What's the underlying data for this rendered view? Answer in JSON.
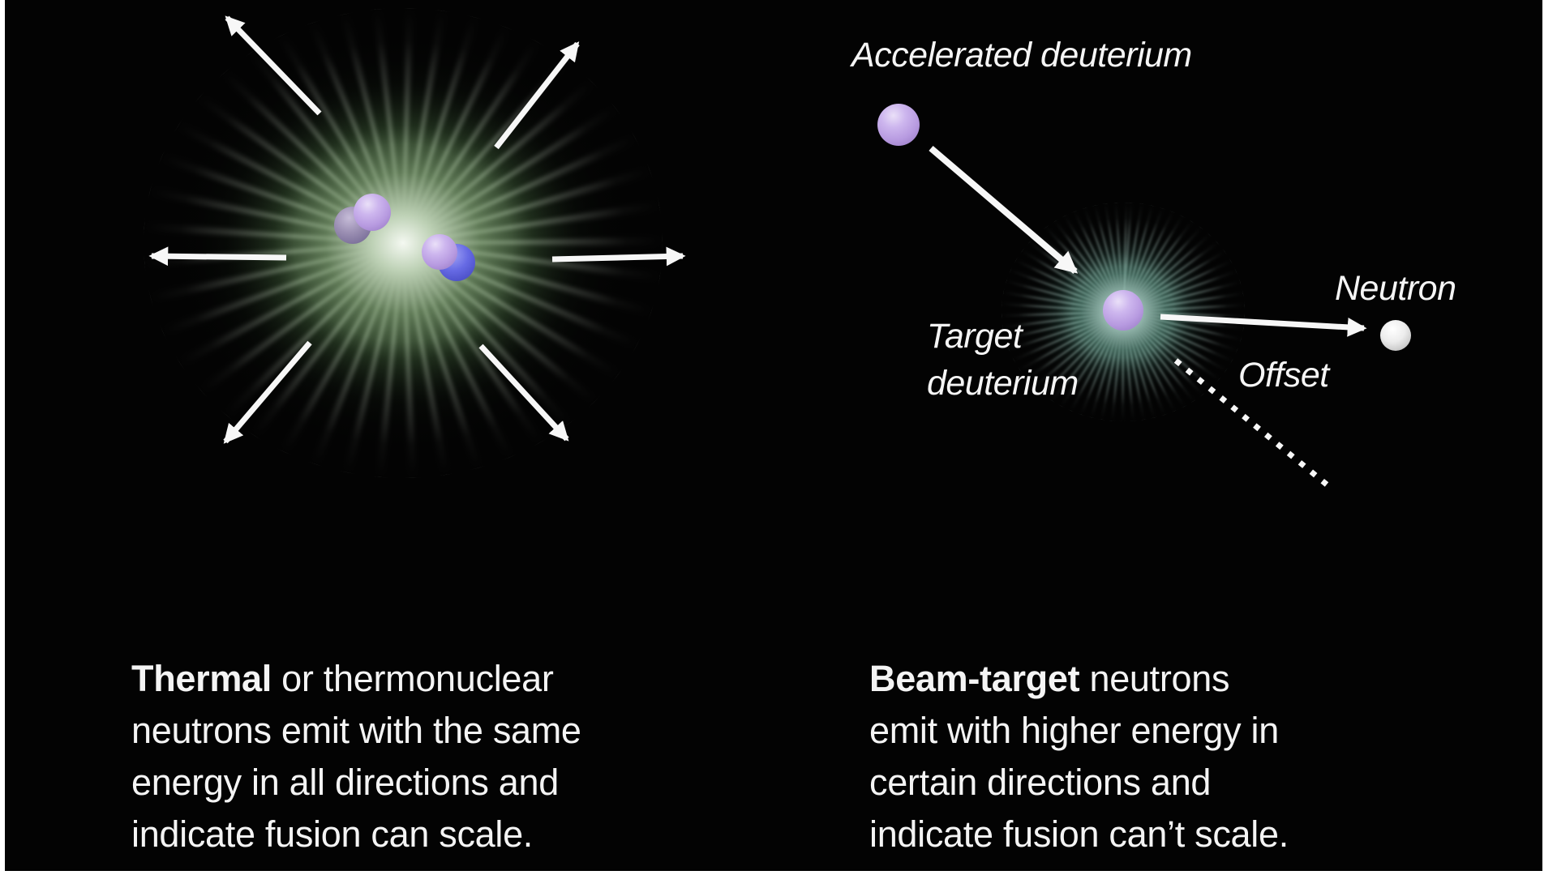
{
  "page": {
    "background_color": "#ffffff",
    "canvas_color": "#030303",
    "text_color": "#f5f5f5"
  },
  "diagram": {
    "left": {
      "caption": {
        "bold_lead": "Thermal",
        "line1_rest": " or thermonuclear",
        "line2": "neutrons emit with the same",
        "line3": "energy in all directions and",
        "line4": "indicate fusion can scale."
      }
    },
    "right": {
      "labels": {
        "accelerated_deuterium": "Accelerated deuterium",
        "target_line1": "Target",
        "target_line2": "deuterium",
        "neutron": "Neutron",
        "offset": "Offset"
      },
      "caption": {
        "bold_lead": "Beam-target",
        "line1_rest": " neutrons",
        "line2": "emit with higher energy in",
        "line3": "certain directions and",
        "line4": "indicate fusion can’t scale."
      }
    },
    "colors": {
      "thermal_glow_green": "#a8cf9a",
      "beam_target_glow_teal": "#7fc4b2",
      "deuterium_purple": "#cdb6ee",
      "nucleon_gray": "#9a8eb2",
      "nucleon_blue": "#666ae4",
      "neutron_white": "#ececec",
      "arrow_white": "#f7f7f7"
    }
  }
}
